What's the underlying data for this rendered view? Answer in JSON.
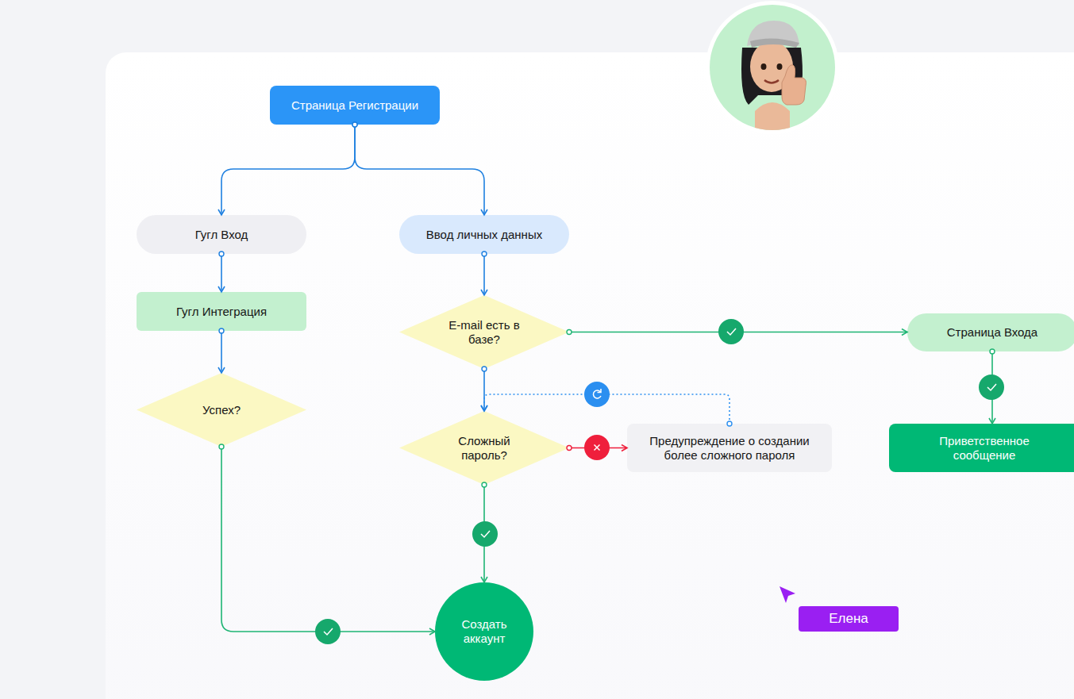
{
  "diagram": {
    "nodes": [
      {
        "text": [
          "Страница Регистрации"
        ]
      },
      {
        "text": [
          "Гугл Вход"
        ]
      },
      {
        "text": [
          "Ввод личных данных"
        ]
      },
      {
        "text": [
          "Гугл Интеграция"
        ]
      },
      {
        "text": [
          "E-mail есть в базе?"
        ]
      },
      {
        "text": [
          "Страница Входа"
        ]
      },
      {
        "text": [
          "Успех?"
        ]
      },
      {
        "text": [
          "Сложный пароль?"
        ]
      },
      {
        "text": [
          "Предупреждение о создании более сложного пароля"
        ]
      },
      {
        "text": [
          "Приветственное сообщение"
        ]
      },
      {
        "text": [
          "Создать аккаунт"
        ]
      }
    ],
    "edges": [
      {
        "from": 0,
        "to": 1,
        "arrow": "to"
      },
      {
        "from": 0,
        "to": 2,
        "arrow": "to"
      },
      {
        "from": 1,
        "to": 3,
        "arrow": "to"
      },
      {
        "from": 2,
        "to": 4,
        "arrow": "to"
      },
      {
        "from": 4,
        "to": 5,
        "arrow": "to"
      },
      {
        "from": 3,
        "to": 6,
        "arrow": "to"
      },
      {
        "from": 4,
        "to": 7,
        "arrow": "to"
      },
      {
        "from": 8,
        "to": 7,
        "arrow": "to"
      },
      {
        "from": 7,
        "to": 8,
        "arrow": "to"
      },
      {
        "from": 5,
        "to": 9,
        "arrow": "to"
      },
      {
        "from": 7,
        "to": 10,
        "arrow": "to"
      },
      {
        "from": 6,
        "to": 10,
        "arrow": "to"
      }
    ],
    "labels": [
      "Елена"
    ]
  }
}
